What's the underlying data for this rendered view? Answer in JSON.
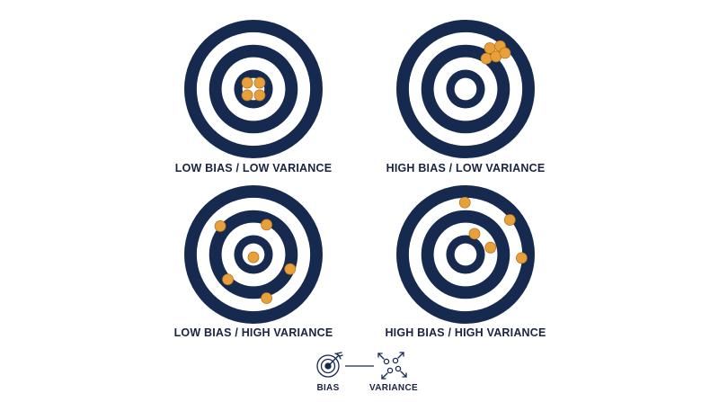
{
  "colors": {
    "navy": "#16294f",
    "ring_gap": "#ffffff",
    "shot": "#e8a13a",
    "shot_outline": "#b57522",
    "label": "#1a2440"
  },
  "panels": [
    {
      "label": "LOW BIAS / LOW VARIANCE",
      "bias": "low",
      "variance": "low",
      "shots": [
        [
          -0.09,
          -0.09
        ],
        [
          0.09,
          -0.09
        ],
        [
          -0.09,
          0.09
        ],
        [
          0.09,
          0.09
        ]
      ]
    },
    {
      "label": "HIGH BIAS / LOW VARIANCE",
      "bias": "high",
      "variance": "low",
      "shots": [
        [
          0.35,
          -0.59
        ],
        [
          0.5,
          -0.62
        ],
        [
          0.3,
          -0.44
        ],
        [
          0.44,
          -0.47
        ],
        [
          0.57,
          -0.52
        ]
      ]
    },
    {
      "label": "LOW BIAS / HIGH VARIANCE",
      "bias": "low",
      "variance": "high",
      "shots": [
        [
          -0.48,
          -0.41
        ],
        [
          0.19,
          -0.43
        ],
        [
          0.0,
          0.04
        ],
        [
          0.53,
          0.21
        ],
        [
          -0.37,
          0.36
        ],
        [
          0.19,
          0.63
        ]
      ]
    },
    {
      "label": "HIGH BIAS / HIGH VARIANCE",
      "bias": "high",
      "variance": "high",
      "shots": [
        [
          -0.01,
          -0.75
        ],
        [
          0.64,
          -0.5
        ],
        [
          0.13,
          -0.3
        ],
        [
          0.36,
          -0.1
        ],
        [
          0.81,
          0.05
        ]
      ]
    }
  ],
  "legend": {
    "bias_label": "BIAS",
    "bias_icon": "target-with-arrow-icon",
    "variance_label": "VARIANCE",
    "variance_icon": "scatter-arrows-icon"
  }
}
